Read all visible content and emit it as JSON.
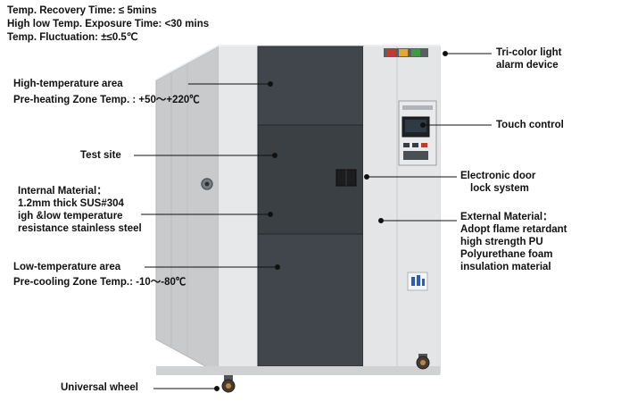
{
  "specs": {
    "recovery_time": "Temp. Recovery Time: ≤ 5mins",
    "exposure_time": "High low Temp. Exposure Time: <30 mins",
    "fluctuation": "Temp. Fluctuation: ±≤0.5℃"
  },
  "callouts": {
    "high_temp_area": "High-temperature area",
    "preheating": "Pre-heating Zone Temp. : +50～+220℃",
    "test_site": "Test site",
    "internal_material_1": "Internal Material：",
    "internal_material_2": "1.2mm thick SUS#304",
    "internal_material_3": "igh &low temperature",
    "internal_material_4": "resistance stainless steel",
    "low_temp_area": "Low-temperature area",
    "precooling": "Pre-cooling Zone Temp.: -10～-80℃",
    "universal_wheel": "Universal wheel",
    "alarm_1": "Tri-color light",
    "alarm_2": "alarm device",
    "touch_control": "Touch control",
    "door_lock_1": "Electronic door",
    "door_lock_2": "lock system",
    "external_1": "External Material：",
    "external_2": "Adopt flame retardant",
    "external_3": "high strength PU",
    "external_4": "Polyurethane foam",
    "external_5": "insulation material"
  },
  "colors": {
    "cabinet_body": "#dcdee0",
    "cabinet_side": "#c9cbcd",
    "door_dark": "#3e4347",
    "panel_dark": "#2a2d30",
    "accent_blue": "#2a5cbf"
  }
}
